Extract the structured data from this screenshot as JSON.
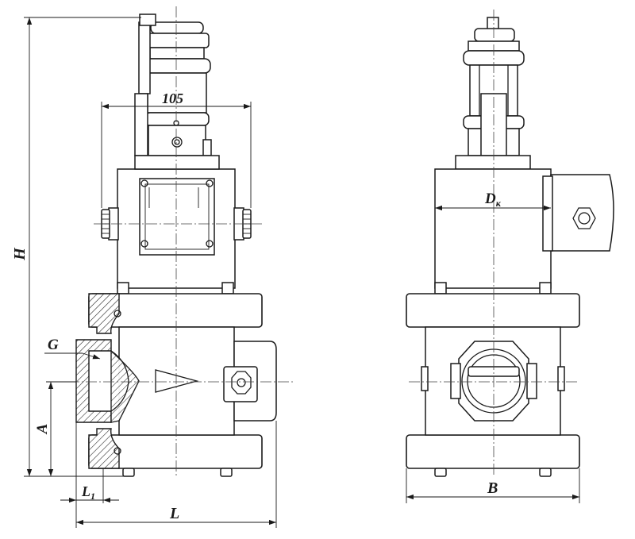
{
  "labels": {
    "dim_top_width": "105",
    "dim_height": "H",
    "dim_port": "G",
    "dim_axis_height": "A",
    "dim_flange_offset": "L",
    "dim_flange_offset_sub": "1",
    "dim_length": "L",
    "dim_box_diameter": "D",
    "dim_box_diameter_sub": "к",
    "dim_width": "B"
  },
  "colors": {
    "line": "#1a1a1a",
    "paper": "#ffffff"
  }
}
